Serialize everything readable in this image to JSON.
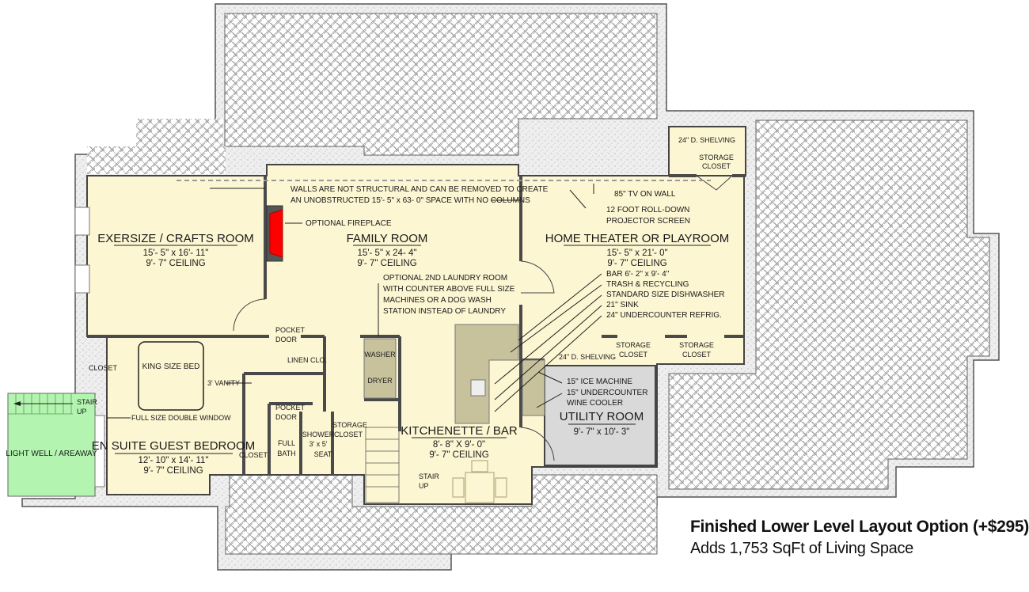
{
  "caption": {
    "title": "Finished Lower Level Layout Option (+$295)",
    "subtitle": "Adds 1,753 SqFt of Living Space"
  },
  "colors": {
    "finished_floor": "#fdf6d2",
    "unexcavated_hatch": "#9a9a9a",
    "foundation_wall": "#e8e8e8",
    "interior_wall": "#4a4a4a",
    "utility_room": "#d9d9d9",
    "light_well": "#b3f5b0",
    "fireplace": "#ff0000",
    "cabinetry": "#c8c29c"
  },
  "rooms": {
    "exercise": {
      "name": "EXERSIZE / CRAFTS ROOM",
      "size": "15'- 5\" x 16'- 11\"",
      "ceiling": "9'- 7\" CEILING"
    },
    "family": {
      "name": "FAMILY ROOM",
      "size": "15'- 5\" x 24- 4\"",
      "ceiling": "9'- 7\" CEILING"
    },
    "theater": {
      "name": "HOME THEATER OR PLAYROOM",
      "size": "15'- 5\" x 21'- 0\"",
      "ceiling": "9'- 7\" CEILING"
    },
    "guest": {
      "name": "EN SUITE GUEST BEDROOM",
      "size": "12'- 10\" x 14'- 11\"",
      "ceiling": "9'- 7\" CEILING"
    },
    "kitchenette": {
      "name": "KITCHENETTE / BAR",
      "size": "8'- 8\" X 9'- 0\"",
      "ceiling": "9'- 7\" CEILING"
    },
    "utility": {
      "name": "UTILITY ROOM",
      "size": "9'- 7\" x 10'- 3\""
    },
    "light_well": {
      "name": "LIGHT WELL / AREAWAY"
    }
  },
  "notes": {
    "walls_line1": "WALLS ARE NOT STRUCTURAL AND CAN BE REMOVED TO CREATE",
    "walls_line2": "AN UNOBSTRUCTED 15'- 5\" x 63- 0\" SPACE WITH NO COLUMNS",
    "fireplace": "OPTIONAL FIREPLACE",
    "laundry": [
      "OPTIONAL 2ND LAUNDRY ROOM",
      "WITH COUNTER ABOVE FULL SIZE",
      "MACHINES  OR A DOG WASH",
      "STATION INSTEAD OF LAUNDRY"
    ],
    "tv": "85\" TV ON WALL",
    "projector_line1": "12 FOOT ROLL-DOWN",
    "projector_line2": "PROJECTOR SCREEN",
    "bar_items": [
      "BAR 6'- 2\" x 9'- 4\"",
      "TRASH & RECYCLING",
      "STANDARD SIZE DISHWASHER",
      "21\" SINK",
      "24\" UNDERCOUNTER REFRIG."
    ],
    "ice_machine": "15\" ICE MACHINE",
    "wine_line1": "15\" UNDERCOUNTER",
    "wine_line2": "WINE COOLER",
    "king_bed": "KING SIZE BED",
    "double_window": "FULL SIZE DOUBLE WINDOW",
    "vanity": "3' VANITY",
    "shelving": "24\" D. SHELVING",
    "storage": "STORAGE",
    "closet": "CLOSET",
    "linen": "LINEN CLO.",
    "pocket": "POCKET",
    "door": "DOOR",
    "washer": "WASHER",
    "dryer": "DRYER",
    "full": "FULL",
    "bath": "BATH",
    "shower": "SHOWER",
    "shower_size": "3' x 5'",
    "seat": "SEAT",
    "stair": "STAIR",
    "up": "UP"
  }
}
